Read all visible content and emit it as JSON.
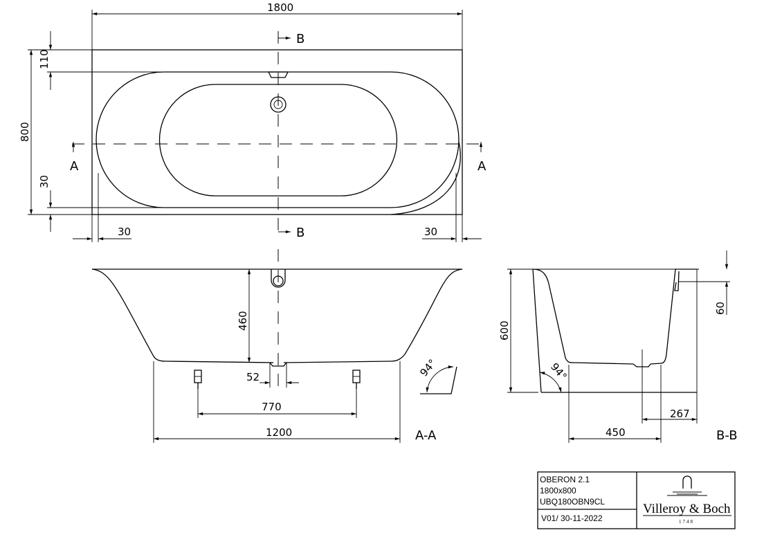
{
  "top_view": {
    "dim_length": "1800",
    "dim_width": "800",
    "dim_rim_top": "110",
    "dim_rim_bottom": "30",
    "dim_left": "30",
    "dim_right": "30",
    "section_a_left": "A",
    "section_a_right": "A",
    "section_b_top": "B",
    "section_b_bottom": "B"
  },
  "section_aa": {
    "label": "A-A",
    "dim_depth": "460",
    "dim_drain": "52",
    "dim_feet": "770",
    "dim_bottom": "1200",
    "angle": "94°"
  },
  "section_bb": {
    "label": "B-B",
    "dim_height": "600",
    "dim_rim": "60",
    "dim_drain_offset": "267",
    "dim_bottom": "450",
    "angle": "94°"
  },
  "title_block": {
    "model": "OBERON 2.1",
    "size": "1800x800",
    "article": "UBQ180OBN9CL",
    "version": "V01/ 30-11-2022",
    "brand": "Villeroy & Boch",
    "year": "1748"
  }
}
